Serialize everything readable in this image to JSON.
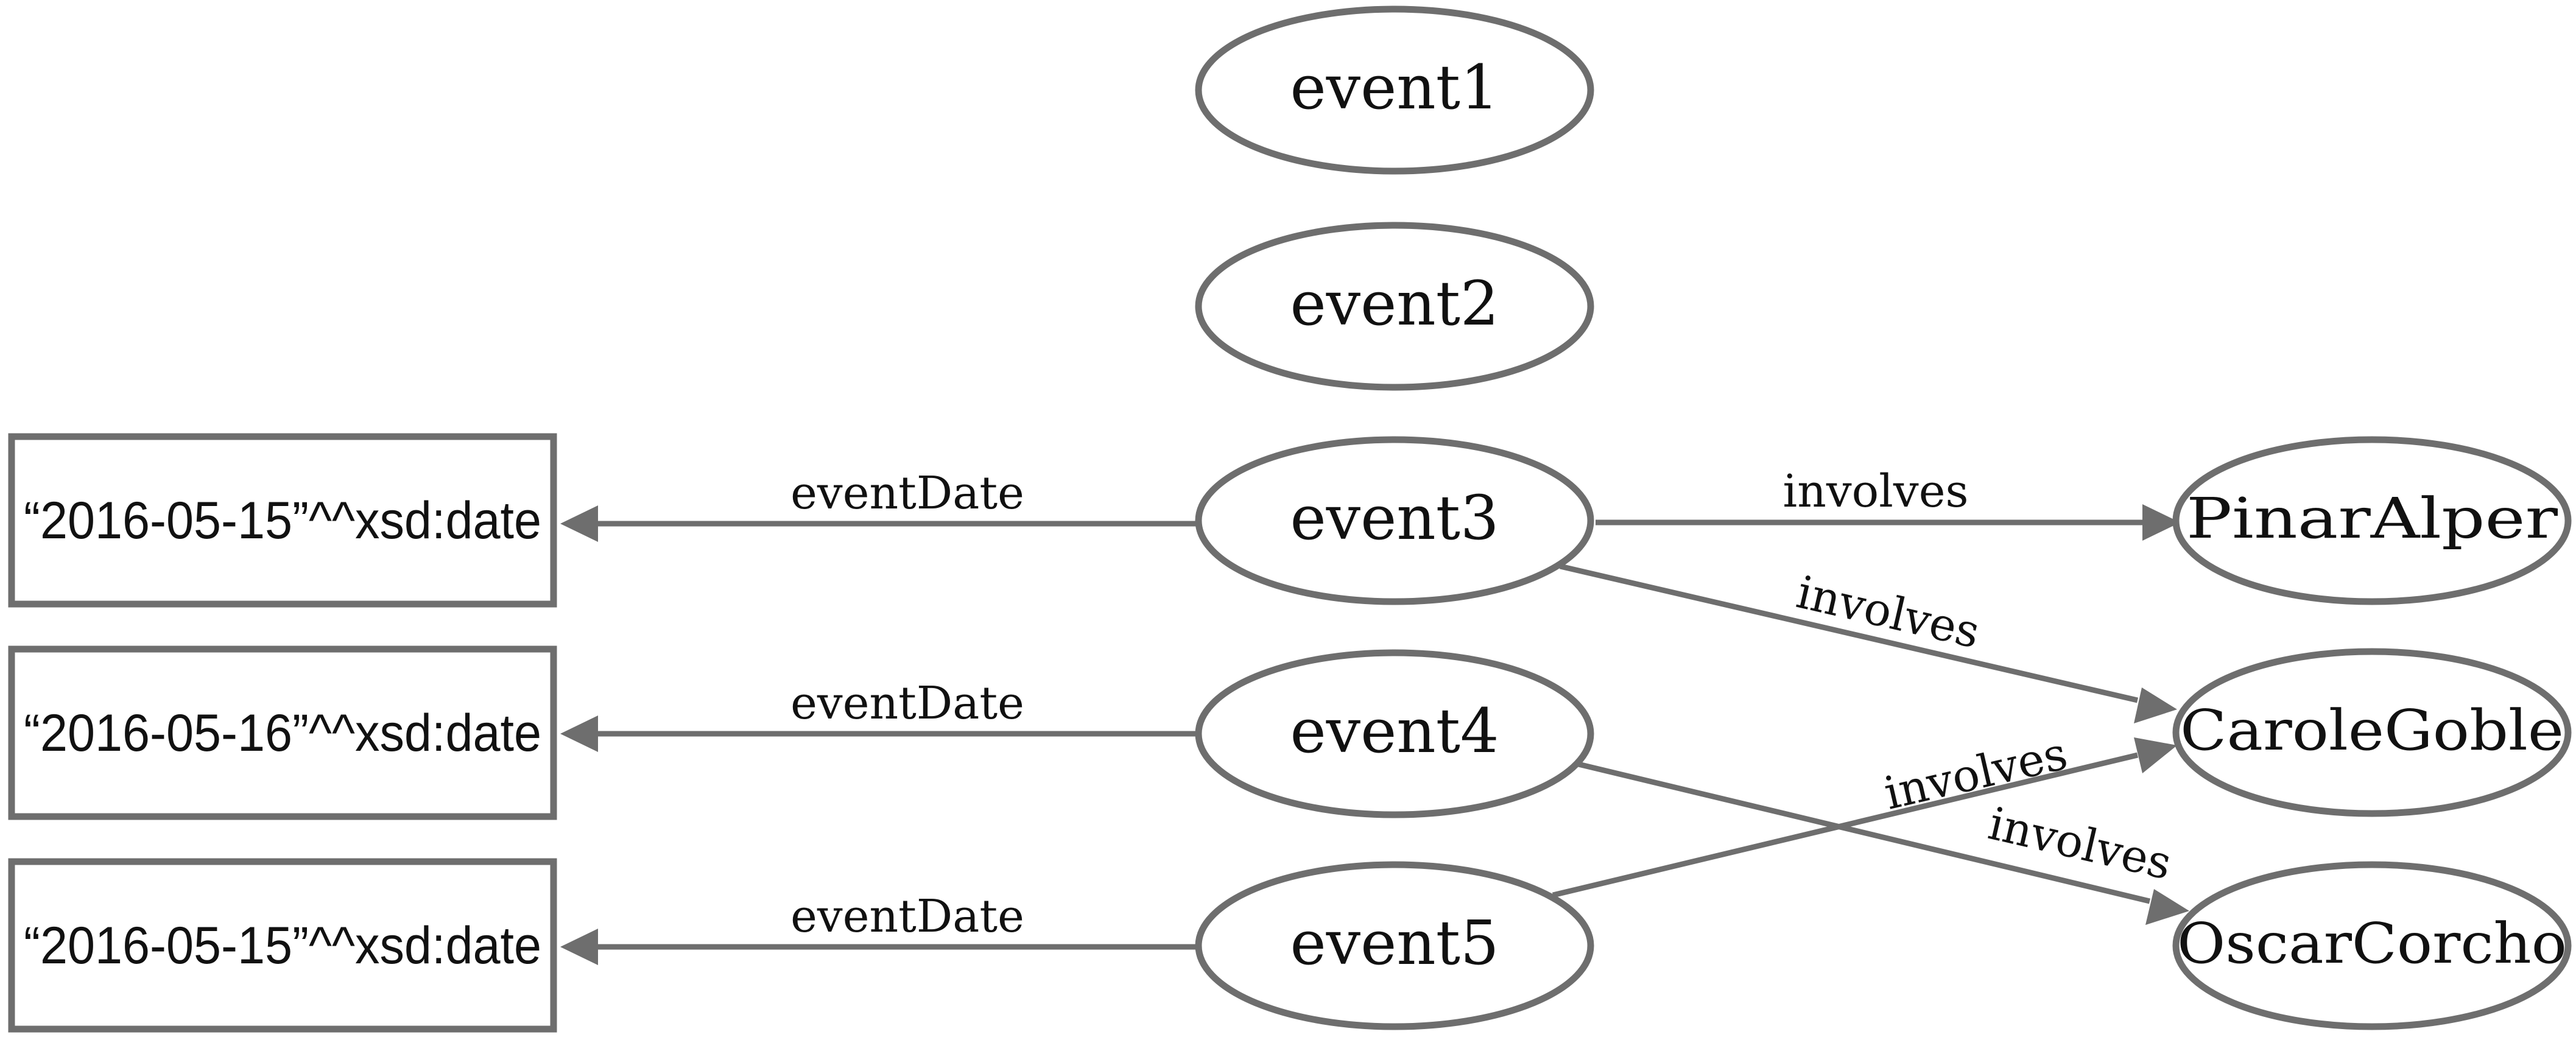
{
  "diagram": {
    "colors": {
      "stroke": "#6e6e6e",
      "text": "#111111",
      "background": "#ffffff"
    },
    "nodes": {
      "event1": "event1",
      "event2": "event2",
      "event3": "event3",
      "event4": "event4",
      "event5": "event5",
      "pinar": "PinarAlper",
      "carole": "CaroleGoble",
      "oscar": "OscarCorcho",
      "date3": "“2016-05-15”^^xsd:date",
      "date4": "“2016-05-16”^^xsd:date",
      "date5": "“2016-05-15”^^xsd:date"
    },
    "edges": {
      "e3_date": "eventDate",
      "e4_date": "eventDate",
      "e5_date": "eventDate",
      "e3_pinar": "involves",
      "e3_carole": "involves",
      "e5_carole": "involves",
      "e4_oscar": "involves"
    }
  }
}
